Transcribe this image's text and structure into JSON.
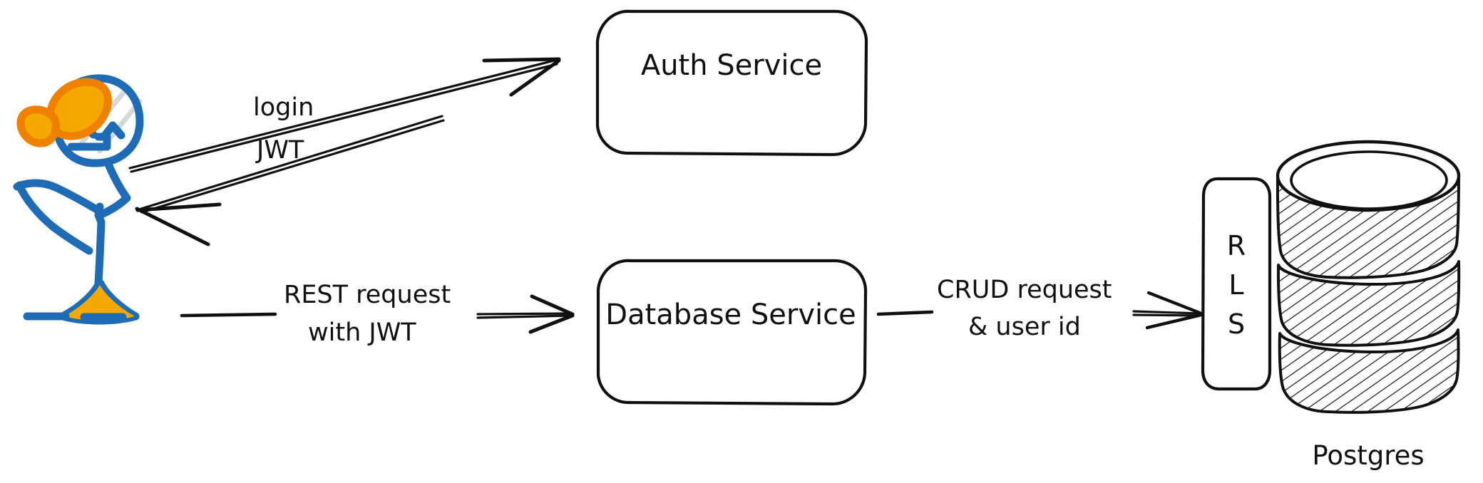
{
  "diagram": {
    "title": "Auth + RLS architecture sketch",
    "style": "hand-drawn whiteboard sketch",
    "colors": {
      "ink": "#101010",
      "figure_blue": "#1d6cb5",
      "accent_orange": "#f0a000",
      "accent_orange_dark": "#ef8000",
      "background": "#ffffff",
      "shadow_grey": "#d5d7d8"
    },
    "actor": {
      "name": "stick-figure-user",
      "label": "",
      "features": [
        "round head",
        "bow in hair",
        "smiling face",
        "caret eyes",
        "skirt",
        "arms",
        "legs",
        "ground line"
      ]
    },
    "nodes": [
      {
        "id": "auth-service",
        "label": "Auth Service",
        "shape": "rounded-rect"
      },
      {
        "id": "database-service",
        "label": "Database Service",
        "shape": "rounded-rect"
      },
      {
        "id": "rls",
        "label": "R L S",
        "letters": [
          "R",
          "L",
          "S"
        ],
        "shape": "vertical-rounded-rect"
      },
      {
        "id": "postgres",
        "label": "Postgres",
        "shape": "cylinder-database",
        "segments": 3
      }
    ],
    "edges": [
      {
        "id": "login-edge",
        "label": "login",
        "from": "stick-figure-user",
        "to": "auth-service",
        "direction": "up-right"
      },
      {
        "id": "jwt-edge",
        "label": "JWT",
        "from": "auth-service",
        "to": "stick-figure-user",
        "direction": "down-left"
      },
      {
        "id": "rest-edge",
        "label_line1": "REST request",
        "label_line2": "with JWT",
        "from": "stick-figure-user",
        "to": "database-service",
        "direction": "right"
      },
      {
        "id": "crud-edge",
        "label_line1": "CRUD request",
        "label_line2": "& user id",
        "from": "database-service",
        "to": "rls",
        "direction": "right"
      }
    ]
  }
}
